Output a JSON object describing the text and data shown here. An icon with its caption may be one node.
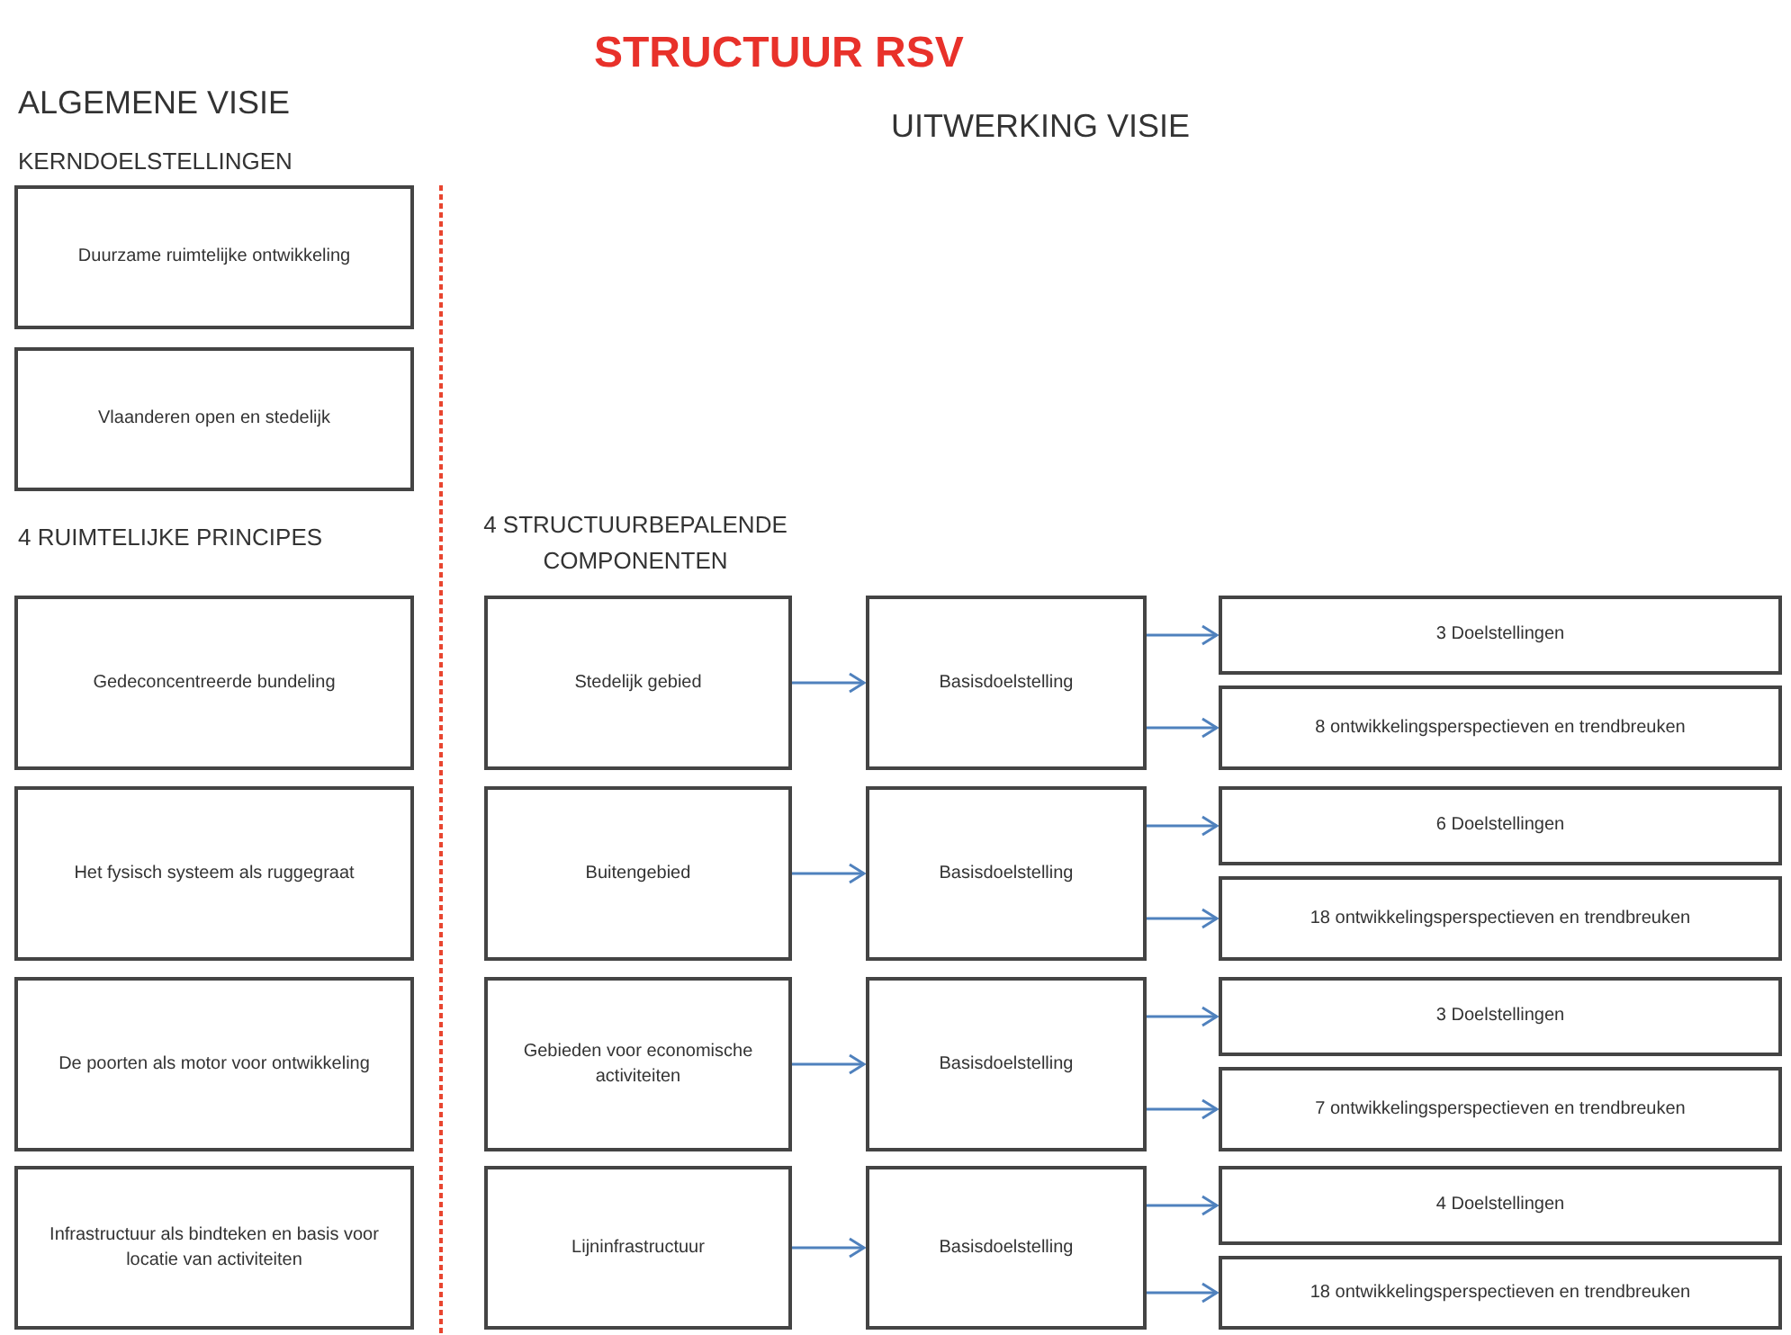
{
  "diagram": {
    "title": "STRUCTUUR RSV",
    "nodes": [
      {
        "text": [
          "Duurzame ruimtelijke ontwikkeling"
        ]
      },
      {
        "text": [
          "Vlaanderen open en stedelijk"
        ]
      },
      {
        "text": [
          "Gedeconcentreerde bundeling"
        ]
      },
      {
        "text": [
          "Stedelijk gebied"
        ]
      },
      {
        "text": [
          "Basisdoelstelling"
        ]
      },
      {
        "text": [
          "3 Doelstellingen"
        ]
      },
      {
        "text": [
          "8 ontwikkelingsperspectieven en trendbreuken"
        ]
      },
      {
        "text": [
          "Het fysisch systeem als ruggegraat"
        ]
      },
      {
        "text": [
          "Buitengebied"
        ]
      },
      {
        "text": [
          "Basisdoelstelling"
        ]
      },
      {
        "text": [
          "6 Doelstellingen"
        ]
      },
      {
        "text": [
          "18 ontwikkelingsperspectieven en trendbreuken"
        ]
      },
      {
        "text": [
          "De poorten als motor voor ontwikkeling"
        ]
      },
      {
        "text": [
          "Gebieden voor economische activiteiten"
        ]
      },
      {
        "text": [
          "Basisdoelstelling"
        ]
      },
      {
        "text": [
          "3 Doelstellingen"
        ]
      },
      {
        "text": [
          "7 ontwikkelingsperspectieven en trendbreuken"
        ]
      },
      {
        "text": [
          "Infrastructuur als bindteken en basis voor locatie van activiteiten"
        ]
      },
      {
        "text": [
          "Lijninfrastructuur"
        ]
      },
      {
        "text": [
          "Basisdoelstelling"
        ]
      },
      {
        "text": [
          "4 Doelstellingen"
        ]
      },
      {
        "text": [
          "18 ontwikkelingsperspectieven en trendbreuken"
        ]
      }
    ],
    "edges": [
      {
        "from": 3,
        "to": 4,
        "arrow": "to"
      },
      {
        "from": 4,
        "to": 5,
        "arrow": "to"
      },
      {
        "from": 4,
        "to": 6,
        "arrow": "to"
      },
      {
        "from": 8,
        "to": 9,
        "arrow": "to"
      },
      {
        "from": 9,
        "to": 10,
        "arrow": "to"
      },
      {
        "from": 9,
        "to": 11,
        "arrow": "to"
      },
      {
        "from": 13,
        "to": 14,
        "arrow": "to"
      },
      {
        "from": 14,
        "to": 15,
        "arrow": "to"
      },
      {
        "from": 14,
        "to": 16,
        "arrow": "to"
      },
      {
        "from": 18,
        "to": 19,
        "arrow": "to"
      },
      {
        "from": 19,
        "to": 20,
        "arrow": "to"
      },
      {
        "from": 19,
        "to": 21,
        "arrow": "to"
      }
    ],
    "labels": [
      "ALGEMENE VISIE",
      "UITWERKING VISIE",
      "KERNDOELSTELLINGEN",
      "4 RUIMTELIJKE PRINCIPES",
      "4 STRUCTUURBEPALENDE COMPONENTEN"
    ]
  }
}
